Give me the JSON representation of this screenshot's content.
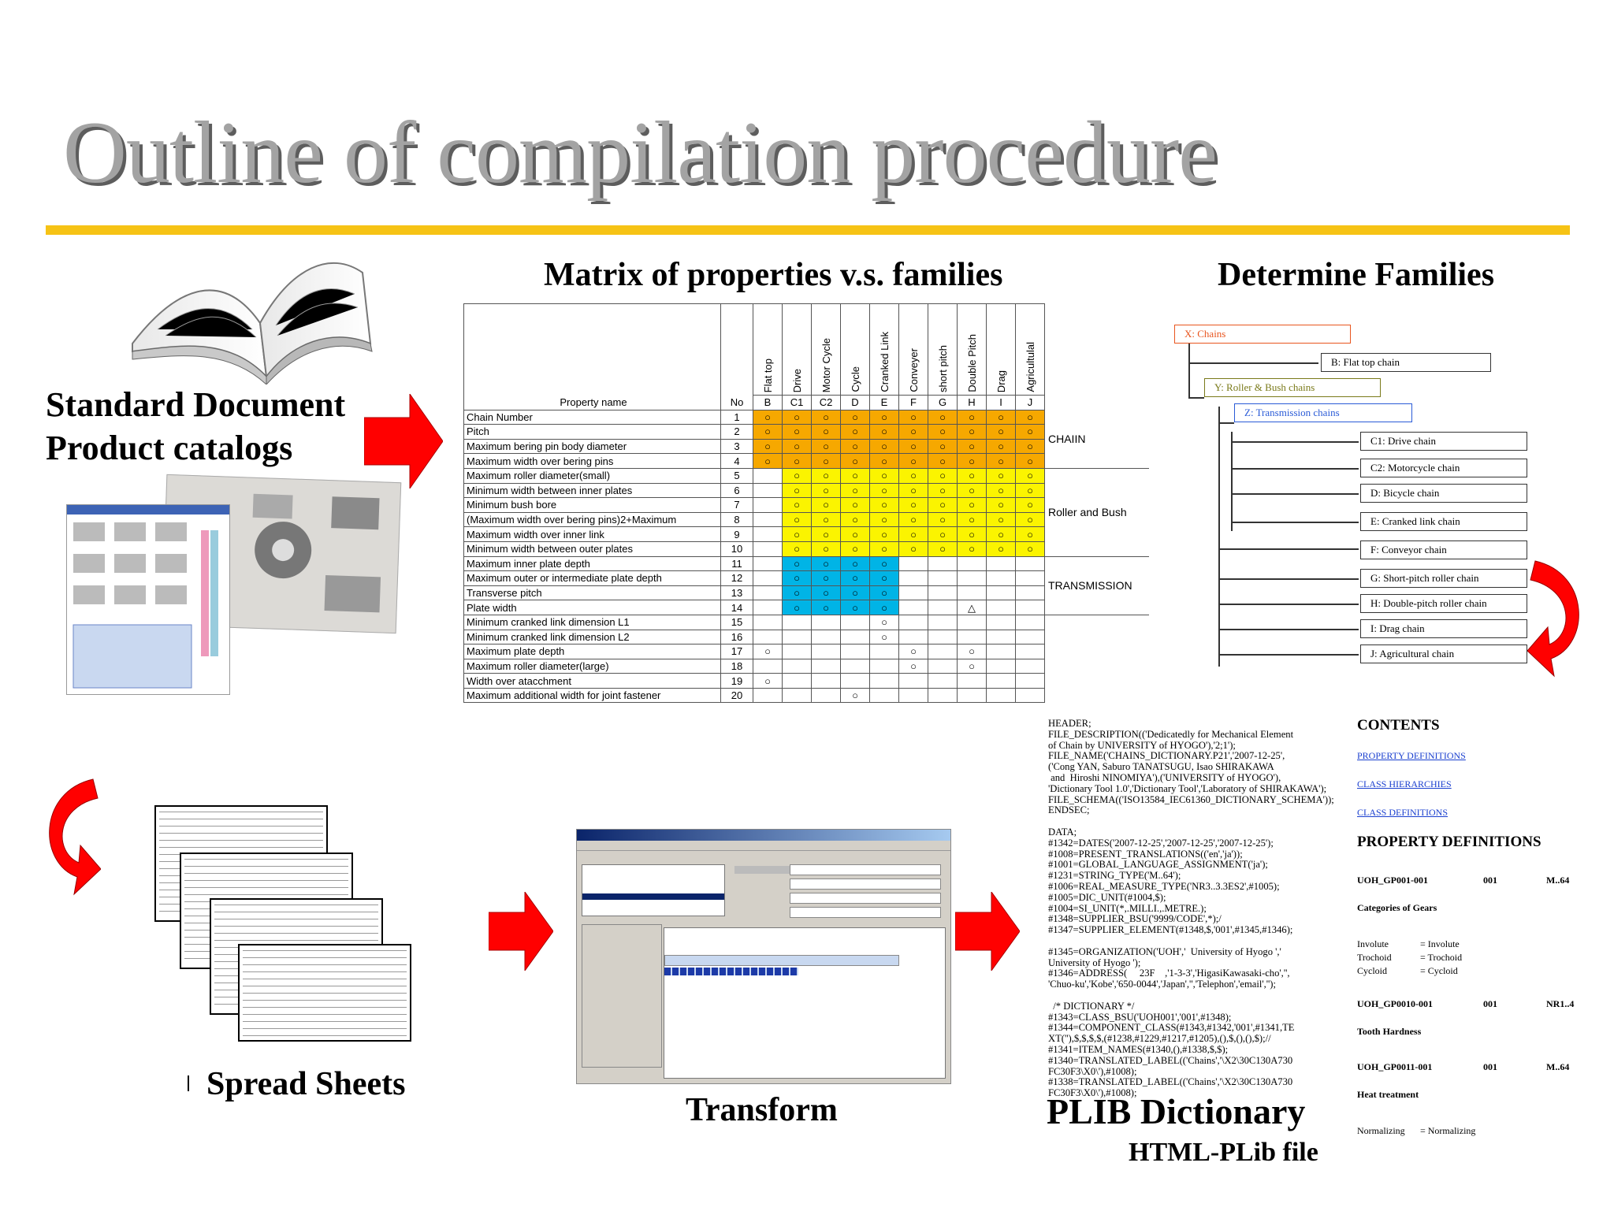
{
  "title": "Outline of compilation procedure",
  "labels": {
    "standard_document": "Standard Document",
    "product_catalogs": "Product catalogs",
    "matrix_heading": "Matrix of properties v.s. families",
    "determine_families": "Determine Families",
    "spread_sheets": "Spread Sheets",
    "transform": "Transform",
    "plib_dictionary": "PLIB Dictionary",
    "html_plib_file": "HTML-PLib file"
  },
  "matrix": {
    "header_property": "Property name",
    "header_no": "No",
    "families": [
      {
        "code": "B",
        "name": "Flat top"
      },
      {
        "code": "C1",
        "name": "Drive"
      },
      {
        "code": "C2",
        "name": "Motor Cycle"
      },
      {
        "code": "D",
        "name": "Cycle"
      },
      {
        "code": "E",
        "name": "Cranked Link"
      },
      {
        "code": "F",
        "name": "Conveyer"
      },
      {
        "code": "G",
        "name": "short pitch"
      },
      {
        "code": "H",
        "name": "Double Pitch"
      },
      {
        "code": "I",
        "name": "Drag"
      },
      {
        "code": "J",
        "name": "Agricultulal"
      }
    ],
    "groups": [
      {
        "label": "CHAIIN",
        "start": 0,
        "span": 4
      },
      {
        "label": "Roller and Bush",
        "start": 4,
        "span": 6
      },
      {
        "label": "TRANSMISSION",
        "start": 10,
        "span": 4
      }
    ],
    "rows": [
      {
        "name": "Chain Number",
        "no": "1",
        "cells": [
          "o",
          "o",
          "o",
          "o",
          "o",
          "o",
          "o",
          "o",
          "o",
          "o"
        ],
        "color": "orange",
        "colored_from": 0
      },
      {
        "name": "Pitch",
        "no": "2",
        "cells": [
          "o",
          "o",
          "o",
          "o",
          "o",
          "o",
          "o",
          "o",
          "o",
          "o"
        ],
        "color": "orange",
        "colored_from": 0
      },
      {
        "name": "Maximum bering pin body diameter",
        "no": "3",
        "cells": [
          "o",
          "o",
          "o",
          "o",
          "o",
          "o",
          "o",
          "o",
          "o",
          "o"
        ],
        "color": "orange",
        "colored_from": 0
      },
      {
        "name": "Maximum width over bering pins",
        "no": "4",
        "cells": [
          "o",
          "o",
          "o",
          "o",
          "o",
          "o",
          "o",
          "o",
          "o",
          "o"
        ],
        "color": "orange",
        "colored_from": 0
      },
      {
        "name": "Maximum roller diameter(small)",
        "no": "5",
        "cells": [
          "",
          "o",
          "o",
          "o",
          "o",
          "o",
          "o",
          "o",
          "o",
          "o"
        ],
        "color": "yellow",
        "colored_from": 1
      },
      {
        "name": "Minimum width between inner plates",
        "no": "6",
        "cells": [
          "",
          "o",
          "o",
          "o",
          "o",
          "o",
          "o",
          "o",
          "o",
          "o"
        ],
        "color": "yellow",
        "colored_from": 1
      },
      {
        "name": "Minimum bush bore",
        "no": "7",
        "cells": [
          "",
          "o",
          "o",
          "o",
          "o",
          "o",
          "o",
          "o",
          "o",
          "o"
        ],
        "color": "yellow",
        "colored_from": 1
      },
      {
        "name": "(Maximum width over bering pins)2+Maximum",
        "no": "8",
        "cells": [
          "",
          "o",
          "o",
          "o",
          "o",
          "o",
          "o",
          "o",
          "o",
          "o"
        ],
        "color": "yellow",
        "colored_from": 1
      },
      {
        "name": "Maximum width over inner link",
        "no": "9",
        "cells": [
          "",
          "o",
          "o",
          "o",
          "o",
          "o",
          "o",
          "o",
          "o",
          "o"
        ],
        "color": "yellow",
        "colored_from": 1
      },
      {
        "name": "Minimum width between outer plates",
        "no": "10",
        "cells": [
          "",
          "o",
          "o",
          "o",
          "o",
          "o",
          "o",
          "o",
          "o",
          "o"
        ],
        "color": "yellow",
        "colored_from": 1
      },
      {
        "name": "Maximum inner plate depth",
        "no": "11",
        "cells": [
          "",
          "o",
          "o",
          "o",
          "o",
          "",
          "",
          "",
          "",
          ""
        ],
        "color": "cyan",
        "colored_from": 1,
        "colored_to": 4
      },
      {
        "name": "Maximum outer or intermediate plate depth",
        "no": "12",
        "cells": [
          "",
          "o",
          "o",
          "o",
          "o",
          "",
          "",
          "",
          "",
          ""
        ],
        "color": "cyan",
        "colored_from": 1,
        "colored_to": 4
      },
      {
        "name": "Transverse pitch",
        "no": "13",
        "cells": [
          "",
          "o",
          "o",
          "o",
          "o",
          "",
          "",
          "",
          "",
          ""
        ],
        "color": "cyan",
        "colored_from": 1,
        "colored_to": 4
      },
      {
        "name": "Plate width",
        "no": "14",
        "cells": [
          "",
          "o",
          "o",
          "o",
          "o",
          "",
          "",
          "t",
          "",
          ""
        ],
        "color": "cyan",
        "colored_from": 1,
        "colored_to": 4
      },
      {
        "name": "Minimum cranked link dimension L1",
        "no": "15",
        "cells": [
          "",
          "",
          "",
          "",
          "o",
          "",
          "",
          "",
          "",
          ""
        ]
      },
      {
        "name": "Minimum cranked link dimension L2",
        "no": "16",
        "cells": [
          "",
          "",
          "",
          "",
          "o",
          "",
          "",
          "",
          "",
          ""
        ]
      },
      {
        "name": "Maximum plate depth",
        "no": "17",
        "cells": [
          "o",
          "",
          "",
          "",
          "",
          "o",
          "",
          "o",
          "",
          ""
        ]
      },
      {
        "name": "Maximum roller diameter(large)",
        "no": "18",
        "cells": [
          "",
          "",
          "",
          "",
          "",
          "o",
          "",
          "o",
          "",
          ""
        ]
      },
      {
        "name": "Width over atacchment",
        "no": "19",
        "cells": [
          "o",
          "",
          "",
          "",
          "",
          "",
          "",
          "",
          "",
          ""
        ]
      },
      {
        "name": "Maximum additional width for joint fastener",
        "no": "20",
        "cells": [
          "",
          "",
          "",
          "o",
          "",
          "",
          "",
          "",
          "",
          ""
        ]
      }
    ]
  },
  "tree": {
    "x_chains": "X: Chains",
    "b_flat_top": "B: Flat top chain",
    "y_roller_bush": "Y: Roller & Bush chains",
    "z_transmission": "Z: Transmission chains",
    "c1_drive": "C1: Drive chain",
    "c2_motorcycle": "C2: Motorcycle chain",
    "d_bicycle": "D: Bicycle chain",
    "e_cranked": "E: Cranked link chain",
    "f_conveyor": "F: Conveyor chain",
    "g_short_pitch": "G: Short-pitch roller chain",
    "h_double_pitch": "H: Double-pitch roller chain",
    "i_drag": "I: Drag chain",
    "j_agricultural": "J: Agricultural chain",
    "colors": {
      "x": "#e8551e",
      "y": "#7a7a1a",
      "z": "#2a5bd7"
    }
  },
  "plib_text": "HEADER;\nFILE_DESCRIPTION(('Dedicatedly for Mechanical Element\nof Chain by UNIVERSITY of HYOGO'),'2;1');\nFILE_NAME('CHAINS_DICTIONARY.P21','2007-12-25',\n('Cong YAN, Saburo TANATSUGU, Isao SHIRAKAWA\n and  Hiroshi NINOMIYA'),('UNIVERSITY of HYOGO'),\n'Dictionary Tool 1.0','Dictionary Tool','Laboratory of SHIRAKAWA');\nFILE_SCHEMA(('ISO13584_IEC61360_DICTIONARY_SCHEMA'));\nENDSEC;\n\nDATA;\n#1342=DATES('2007-12-25','2007-12-25','2007-12-25');\n#1008=PRESENT_TRANSLATIONS(('en','ja'));\n#1001=GLOBAL_LANGUAGE_ASSIGNMENT('ja');\n#1231=STRING_TYPE('M..64');\n#1006=REAL_MEASURE_TYPE('NR3..3.3ES2',#1005);\n#1005=DIC_UNIT(#1004,$);\n#1004=SI_UNIT(*,.MILLI.,.METRE.);\n#1348=SUPPLIER_BSU('9999/CODE',*);/\n#1347=SUPPLIER_ELEMENT(#1348,$,'001',#1345,#1346);\n\n#1345=ORGANIZATION('UOH','  University of Hyogo ','\nUniversity of Hyogo ');\n#1346=ADDRESS(     23F    ,'1-3-3','HigasiKawasaki-cho','',\n'Chuo-ku','Kobe','650-0044','Japan','','Telephon','email','');\n\n  /* DICTIONARY */\n#1343=CLASS_BSU('UOH001','001',#1348);\n#1344=COMPONENT_CLASS(#1343,#1342,'001',#1341,TE\nXT(''),$,$,$,$,(#1238,#1229,#1217,#1205),(),$,(),(),$);//\n#1341=ITEM_NAMES(#1340,(),#1338,$,$);\n#1340=TRANSLATED_LABEL(('Chains','\\X2\\30C130A730\nFC30F3\\X0\\'),#1008);\n#1338=TRANSLATED_LABEL(('Chains','\\X2\\30C130A730\nFC30F3\\X0\\'),#1008);",
  "html_plib": {
    "contents": "CONTENTS",
    "links": [
      "PROPERTY DEFINITIONS",
      "CLASS HIERARCHIES",
      "CLASS DEFINITIONS"
    ],
    "property_definitions": "PROPERTY DEFINITIONS",
    "entries": [
      {
        "id": "UOH_GP001-001",
        "ver": "001",
        "type": "M..64",
        "label": "Categories of Gears",
        "values": [
          [
            "Involute",
            "= Involute"
          ],
          [
            "Trochoid",
            "= Trochoid"
          ],
          [
            "Cycloid",
            "= Cycloid"
          ]
        ]
      },
      {
        "id": "UOH_GP0010-001",
        "ver": "001",
        "type": "NR1..4",
        "label": "Tooth Hardness",
        "values": []
      },
      {
        "id": "UOH_GP0011-001",
        "ver": "001",
        "type": "M..64",
        "label": "Heat treatment",
        "values": [
          [
            "Normalizing",
            "= Normalizing"
          ]
        ]
      }
    ]
  },
  "colors": {
    "accent_rule": "#f6c315",
    "arrow_red": "#ff0000",
    "title_gray": "#a3a3a3"
  }
}
